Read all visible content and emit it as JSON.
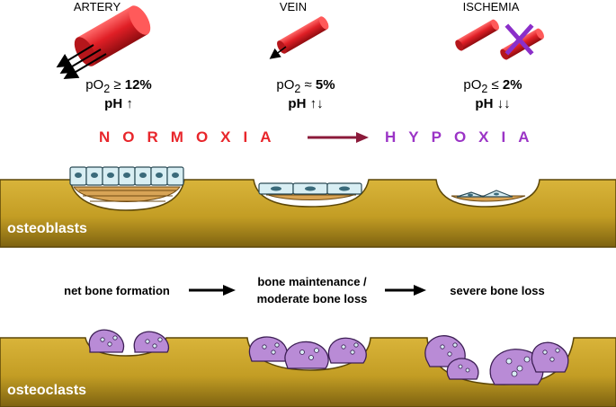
{
  "vessels": [
    {
      "title": "ARTERY",
      "po2_prefix": "pO",
      "po2_sub": "2",
      "po2_relation": "≥",
      "po2_value": "12%",
      "ph_label": "pH",
      "ph_arrows": "↑"
    },
    {
      "title": "VEIN",
      "po2_prefix": "pO",
      "po2_sub": "2",
      "po2_relation": "≈",
      "po2_value": "5%",
      "ph_label": "pH",
      "ph_arrows": "↑↓"
    },
    {
      "title": "ISCHEMIA",
      "po2_prefix": "pO",
      "po2_sub": "2",
      "po2_relation": "≤",
      "po2_value": "2%",
      "ph_label": "pH",
      "ph_arrows": "↓↓"
    }
  ],
  "gradient": {
    "start": "NORMOXIA",
    "end": "HYPOXIA",
    "start_color": "#e8262b",
    "end_color": "#9b34c6",
    "arrow_color": "#8b1a3a"
  },
  "osteoblast_band": {
    "label": "osteoblasts"
  },
  "stages": [
    {
      "line1": "net bone formation",
      "line2": ""
    },
    {
      "line1": "bone maintenance /",
      "line2": "moderate bone loss"
    },
    {
      "line1": "severe bone loss",
      "line2": ""
    }
  ],
  "osteoclast_band": {
    "label": "osteoclasts"
  },
  "colors": {
    "bone": "#c9a227",
    "bone_dark": "#8a6d0f",
    "vessel_red": "#e01f26",
    "osteoblast_cell": "#d8eef3",
    "osteoclast": "#b98bd6",
    "matrix": "#c98a3a",
    "cross": "#8b2fc9"
  }
}
